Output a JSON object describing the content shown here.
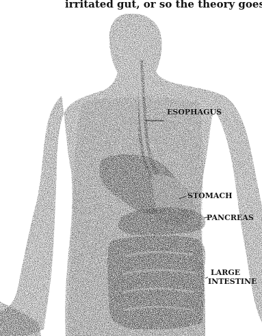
{
  "caption_fragment": "irritated gut, or so the theory goes",
  "labels": {
    "esophagus": "ESOPHAGUS",
    "stomach": "STOMACH",
    "pancreas": "PANCREAS",
    "large_intestine_line1": "LARGE",
    "large_intestine_line2": "INTESTINE"
  },
  "colors": {
    "paper": "#ffffff",
    "ink": "#151515",
    "halftone_dark": "#2a2a2a",
    "organ_dark": "#1a1a1a"
  }
}
